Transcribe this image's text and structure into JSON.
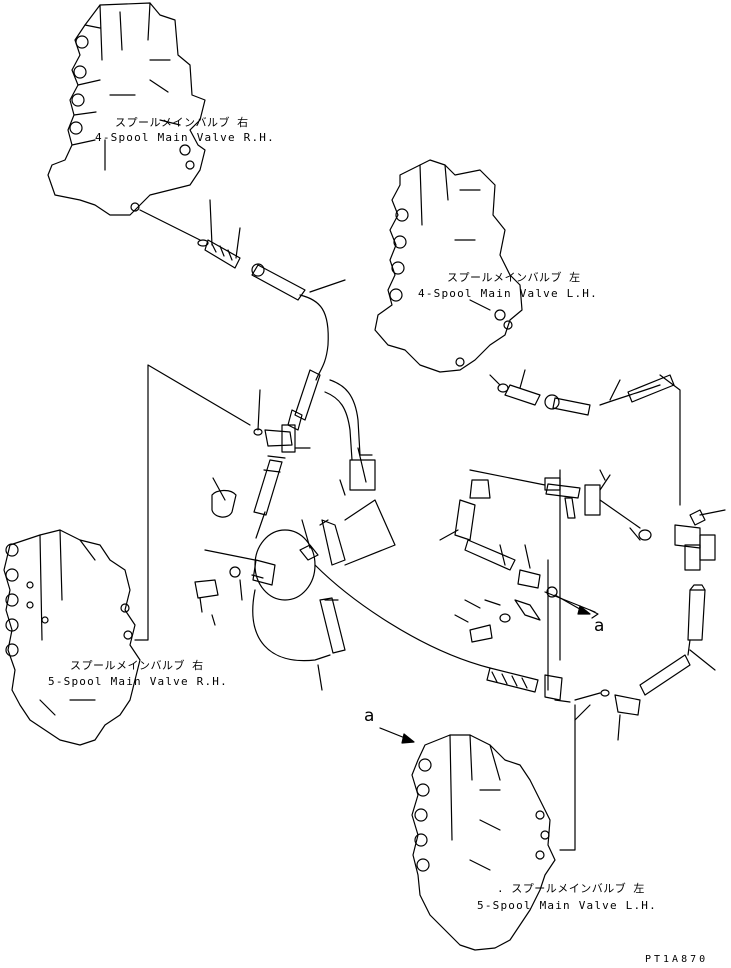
{
  "labels": {
    "v4_rh_jp": "スプールメインバルブ 右",
    "v4_rh_en": "4-Spool Main Valve R.H.",
    "v4_lh_jp": "スプールメインバルブ 左",
    "v4_lh_en": "4-Spool Main Valve L.H.",
    "v5_rh_jp": "スプールメインバルブ 右",
    "v5_rh_en": "5-Spool Main Valve R.H.",
    "v5_lh_jp": ". スプールメインバルブ 左",
    "v5_lh_en": "5-Spool Main Valve L.H."
  },
  "markers": {
    "view_a_right": "a",
    "view_a_left": "a"
  },
  "drawing_code": "PT1A870"
}
